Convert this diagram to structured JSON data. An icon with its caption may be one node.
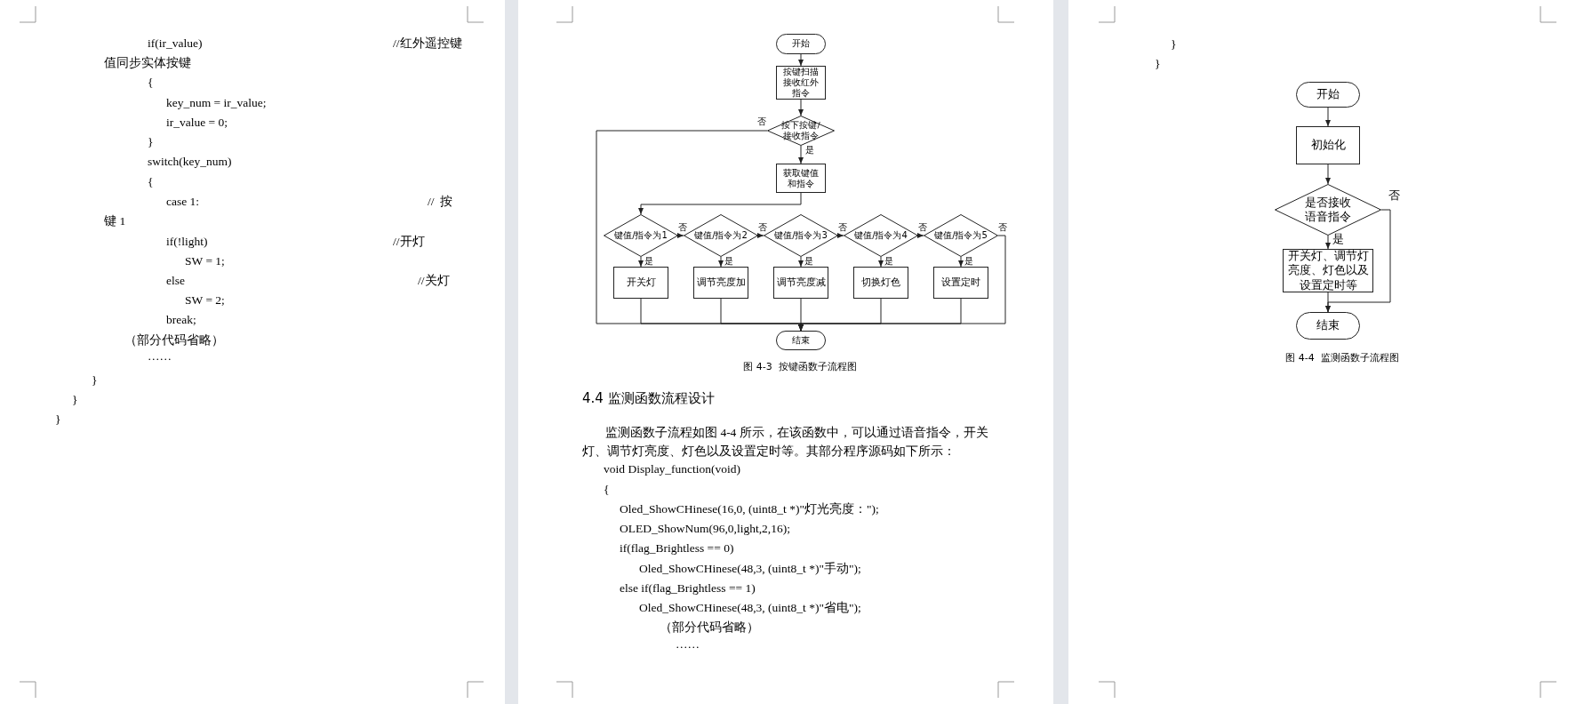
{
  "diagram": {
    "nodes": [
      {
        "text": [
          "开始"
        ]
      },
      {
        "text": [
          "按键扫描接收红外指令"
        ]
      },
      {
        "text": [
          "按下按键/接收指令"
        ]
      },
      {
        "text": [
          "获取键值和指令"
        ]
      },
      {
        "text": [
          "键值/指令为1"
        ]
      },
      {
        "text": [
          "开关灯"
        ]
      },
      {
        "text": [
          "键值/指令为2"
        ]
      },
      {
        "text": [
          "调节亮度加"
        ]
      },
      {
        "text": [
          "键值/指令为3"
        ]
      },
      {
        "text": [
          "调节亮度减"
        ]
      },
      {
        "text": [
          "键值/指令为4"
        ]
      },
      {
        "text": [
          "切换灯色"
        ]
      },
      {
        "text": [
          "键值/指令为5"
        ]
      },
      {
        "text": [
          "设置定时"
        ]
      },
      {
        "text": [
          "结束"
        ]
      },
      {
        "text": [
          "开始"
        ]
      },
      {
        "text": [
          "初始化"
        ]
      },
      {
        "text": [
          "是否接收语音指令"
        ]
      },
      {
        "text": [
          "开关灯、调节灯亮度、灯色以及设置定时等"
        ]
      },
      {
        "text": [
          "结束"
        ]
      }
    ],
    "edges": [
      {
        "from": 0,
        "to": 1,
        "arrow": "to"
      },
      {
        "from": 1,
        "to": 2,
        "arrow": "to"
      },
      {
        "from": 2,
        "to": 3,
        "arrow": "to",
        "label": "是"
      },
      {
        "from": 2,
        "to": 14,
        "arrow": "to",
        "label": "否"
      },
      {
        "from": 3,
        "to": 4,
        "arrow": "to"
      },
      {
        "from": 4,
        "to": 5,
        "arrow": "to",
        "label": "是"
      },
      {
        "from": 4,
        "to": 6,
        "arrow": "to",
        "label": "否"
      },
      {
        "from": 6,
        "to": 7,
        "arrow": "to",
        "label": "是"
      },
      {
        "from": 6,
        "to": 8,
        "arrow": "to",
        "label": "否"
      },
      {
        "from": 8,
        "to": 9,
        "arrow": "to",
        "label": "是"
      },
      {
        "from": 8,
        "to": 10,
        "arrow": "to",
        "label": "否"
      },
      {
        "from": 10,
        "to": 11,
        "arrow": "to",
        "label": "是"
      },
      {
        "from": 10,
        "to": 12,
        "arrow": "to",
        "label": "否"
      },
      {
        "from": 12,
        "to": 13,
        "arrow": "to",
        "label": "是"
      },
      {
        "from": 12,
        "to": 14,
        "arrow": "to",
        "label": "否"
      },
      {
        "from": 5,
        "to": 14,
        "arrow": "to"
      },
      {
        "from": 7,
        "to": 14,
        "arrow": "to"
      },
      {
        "from": 9,
        "to": 14,
        "arrow": "to"
      },
      {
        "from": 11,
        "to": 14,
        "arrow": "to"
      },
      {
        "from": 13,
        "to": 14,
        "arrow": "to"
      },
      {
        "from": 15,
        "to": 16,
        "arrow": "to"
      },
      {
        "from": 16,
        "to": 17,
        "arrow": "to"
      },
      {
        "from": 17,
        "to": 18,
        "arrow": "to",
        "label": "是"
      },
      {
        "from": 18,
        "to": 19,
        "arrow": "to"
      },
      {
        "from": 17,
        "to": 19,
        "arrow": "to",
        "label": "否"
      }
    ],
    "labels": [
      "if(ir_value)",
      "//红外遥控键",
      "值同步实体按键",
      "{",
      "key_num = ir_value;",
      "ir_value = 0;",
      "}",
      "switch(key_num)",
      "{",
      "case 1:",
      "//  按",
      "键 1",
      "if(!light)",
      "//开灯",
      "SW = 1;",
      "else",
      "//关灯",
      "SW = 2;",
      "break;",
      "（部分代码省略）",
      "……",
      "}",
      "}",
      "}",
      "图 4-3  按键函数子流程图",
      "4.4 监测函数流程设计",
      "监测函数子流程如图 4-4 所示，在该函数中，可以通过语音指令，开关灯、调节灯亮度、灯色以及设置定时等。其部分程序源码如下所示：",
      "void Display_function(void)",
      "{",
      "Oled_ShowCHinese(16,0, (uint8_t *)\"灯光亮度：\");",
      "OLED_ShowNum(96,0,light,2,16);",
      "if(flag_Brightless == 0)",
      "Oled_ShowCHinese(48,3, (uint8_t *)\"手动\");",
      "else if(flag_Brightless == 1)",
      "Oled_ShowCHinese(48,3, (uint8_t *)\"省电\");",
      "（部分代码省略）",
      "……",
      "}",
      "}",
      "图 4-4  监测函数子流程图"
    ]
  }
}
